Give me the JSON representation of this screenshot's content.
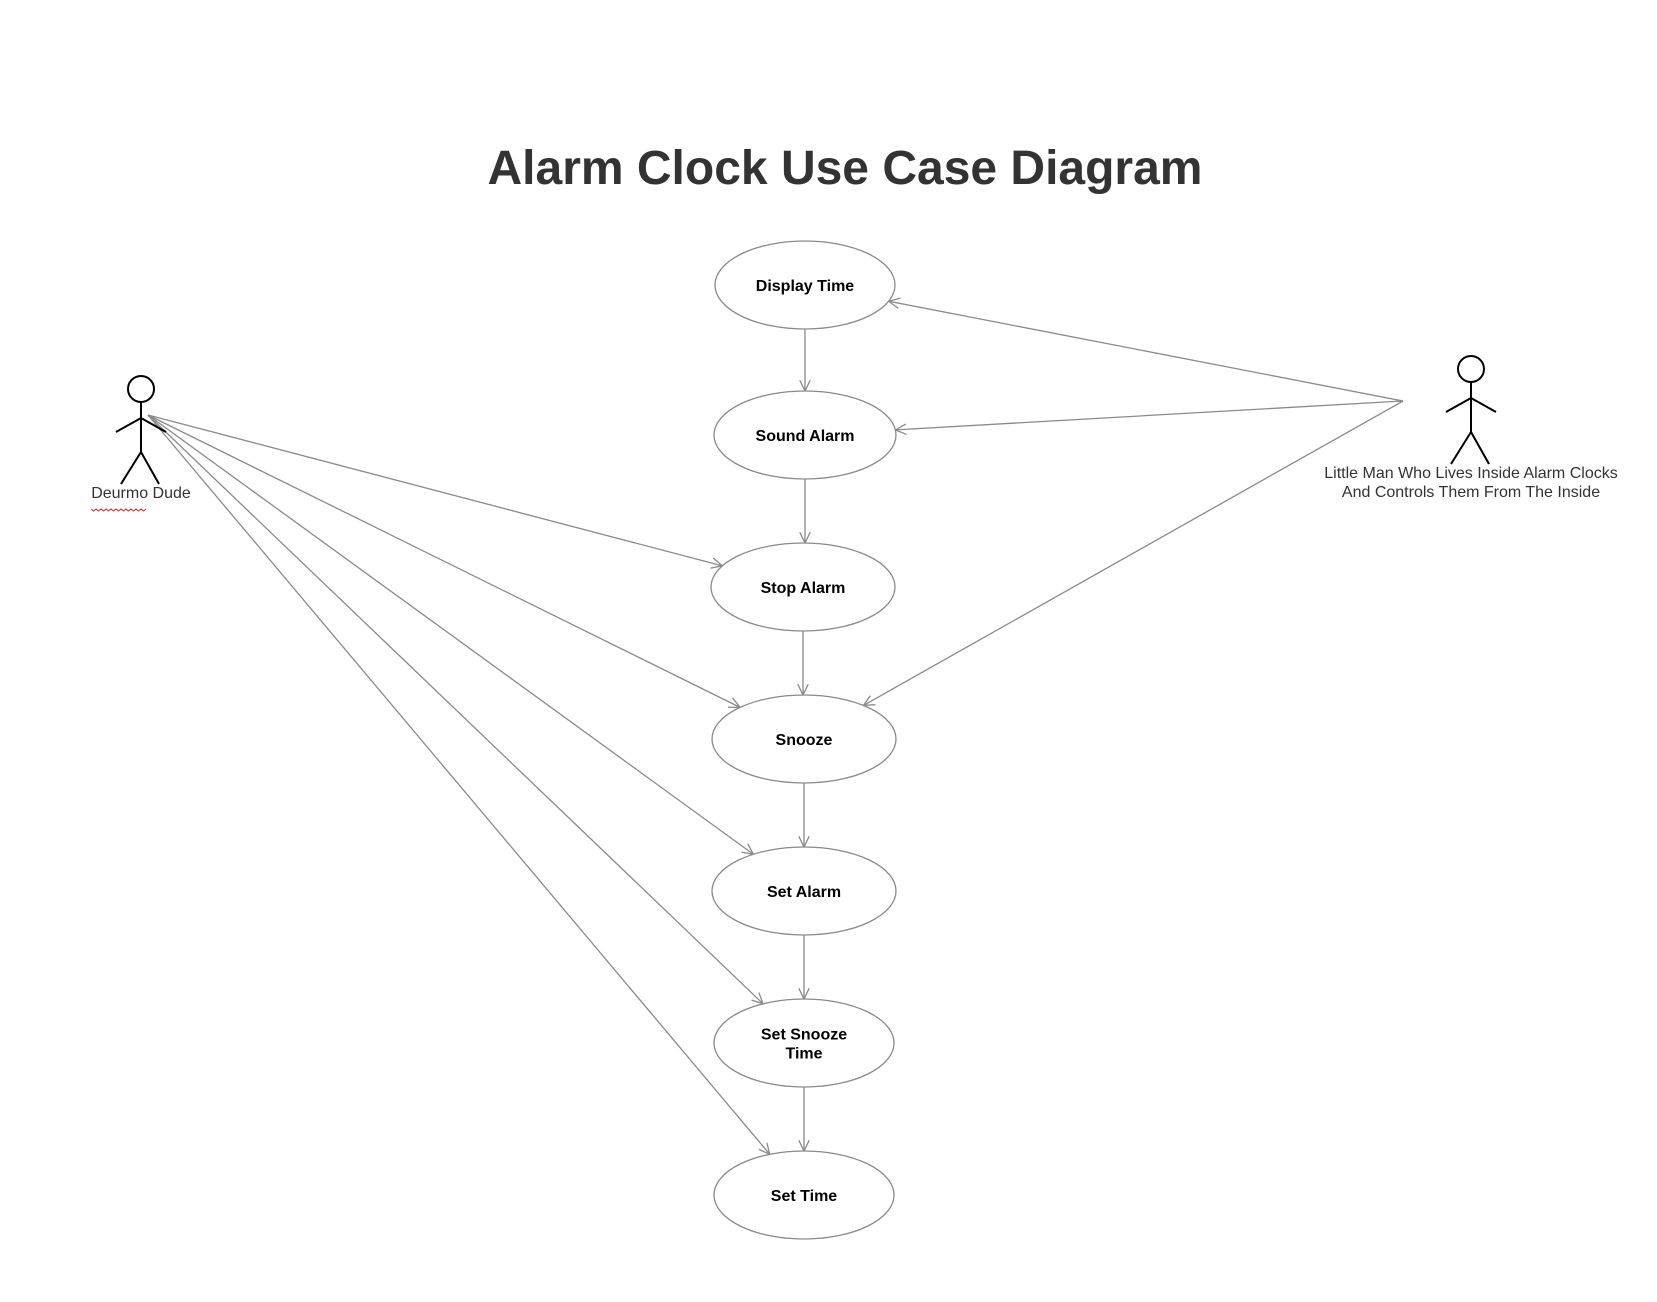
{
  "title": "Alarm Clock Use Case Diagram",
  "colors": {
    "line": "#8a8a8a",
    "actor": "#000000",
    "title": "#333333",
    "spellcheck": "#e02020"
  },
  "actors": [
    {
      "id": "deurmo",
      "name": "Deurmo Dude",
      "lines": [
        "Deurmo Dude"
      ]
    },
    {
      "id": "littleman",
      "name": "Little Man Who Lives Inside Alarm Clocks And Controls Them From The Inside",
      "lines": [
        "Little Man Who Lives Inside Alarm Clocks",
        "And Controls Them From The Inside"
      ]
    }
  ],
  "use_cases": [
    {
      "id": "display_time",
      "lines": [
        "Display Time"
      ]
    },
    {
      "id": "sound_alarm",
      "lines": [
        "Sound Alarm"
      ]
    },
    {
      "id": "stop_alarm",
      "lines": [
        "Stop Alarm"
      ]
    },
    {
      "id": "snooze",
      "lines": [
        "Snooze"
      ]
    },
    {
      "id": "set_alarm",
      "lines": [
        "Set Alarm"
      ]
    },
    {
      "id": "set_snooze_time",
      "lines": [
        "Set Snooze",
        "Time"
      ]
    },
    {
      "id": "set_time",
      "lines": [
        "Set Time"
      ]
    }
  ],
  "associations": [
    {
      "from": "deurmo",
      "to": "stop_alarm"
    },
    {
      "from": "deurmo",
      "to": "snooze"
    },
    {
      "from": "deurmo",
      "to": "set_alarm"
    },
    {
      "from": "deurmo",
      "to": "set_snooze_time"
    },
    {
      "from": "deurmo",
      "to": "set_time"
    },
    {
      "from": "littleman",
      "to": "display_time"
    },
    {
      "from": "littleman",
      "to": "sound_alarm"
    },
    {
      "from": "littleman",
      "to": "snooze"
    },
    {
      "from": "display_time",
      "to": "sound_alarm"
    },
    {
      "from": "sound_alarm",
      "to": "stop_alarm"
    },
    {
      "from": "stop_alarm",
      "to": "snooze"
    },
    {
      "from": "snooze",
      "to": "set_alarm"
    },
    {
      "from": "set_alarm",
      "to": "set_snooze_time"
    },
    {
      "from": "set_snooze_time",
      "to": "set_time"
    }
  ]
}
